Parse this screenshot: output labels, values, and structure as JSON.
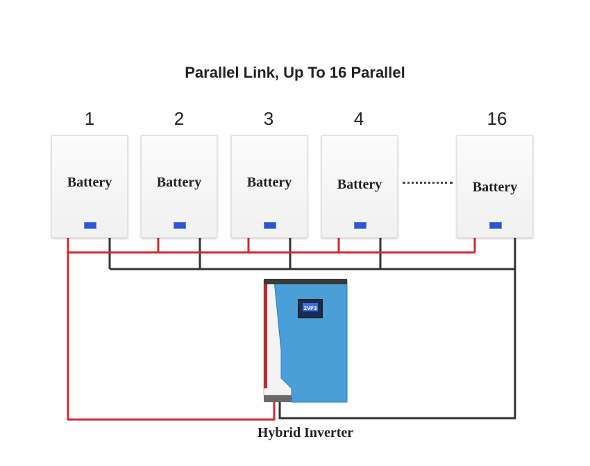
{
  "title": "Parallel Link, Up To 16 Parallel",
  "batteries": [
    {
      "number": "1",
      "label": "Battery"
    },
    {
      "number": "2",
      "label": "Battery"
    },
    {
      "number": "3",
      "label": "Battery"
    },
    {
      "number": "4",
      "label": "Battery"
    },
    {
      "number": "16",
      "label": "Battery"
    }
  ],
  "inverter": {
    "label": "Hybrid Inverter",
    "screen_text": "2VP3"
  },
  "colors": {
    "positive": "#d9252a",
    "negative": "#333333",
    "inverter_blue": "#4a9fd8"
  },
  "icons": [
    "battery-screen-icon",
    "ellipsis-dots",
    "inverter-display-icon"
  ]
}
